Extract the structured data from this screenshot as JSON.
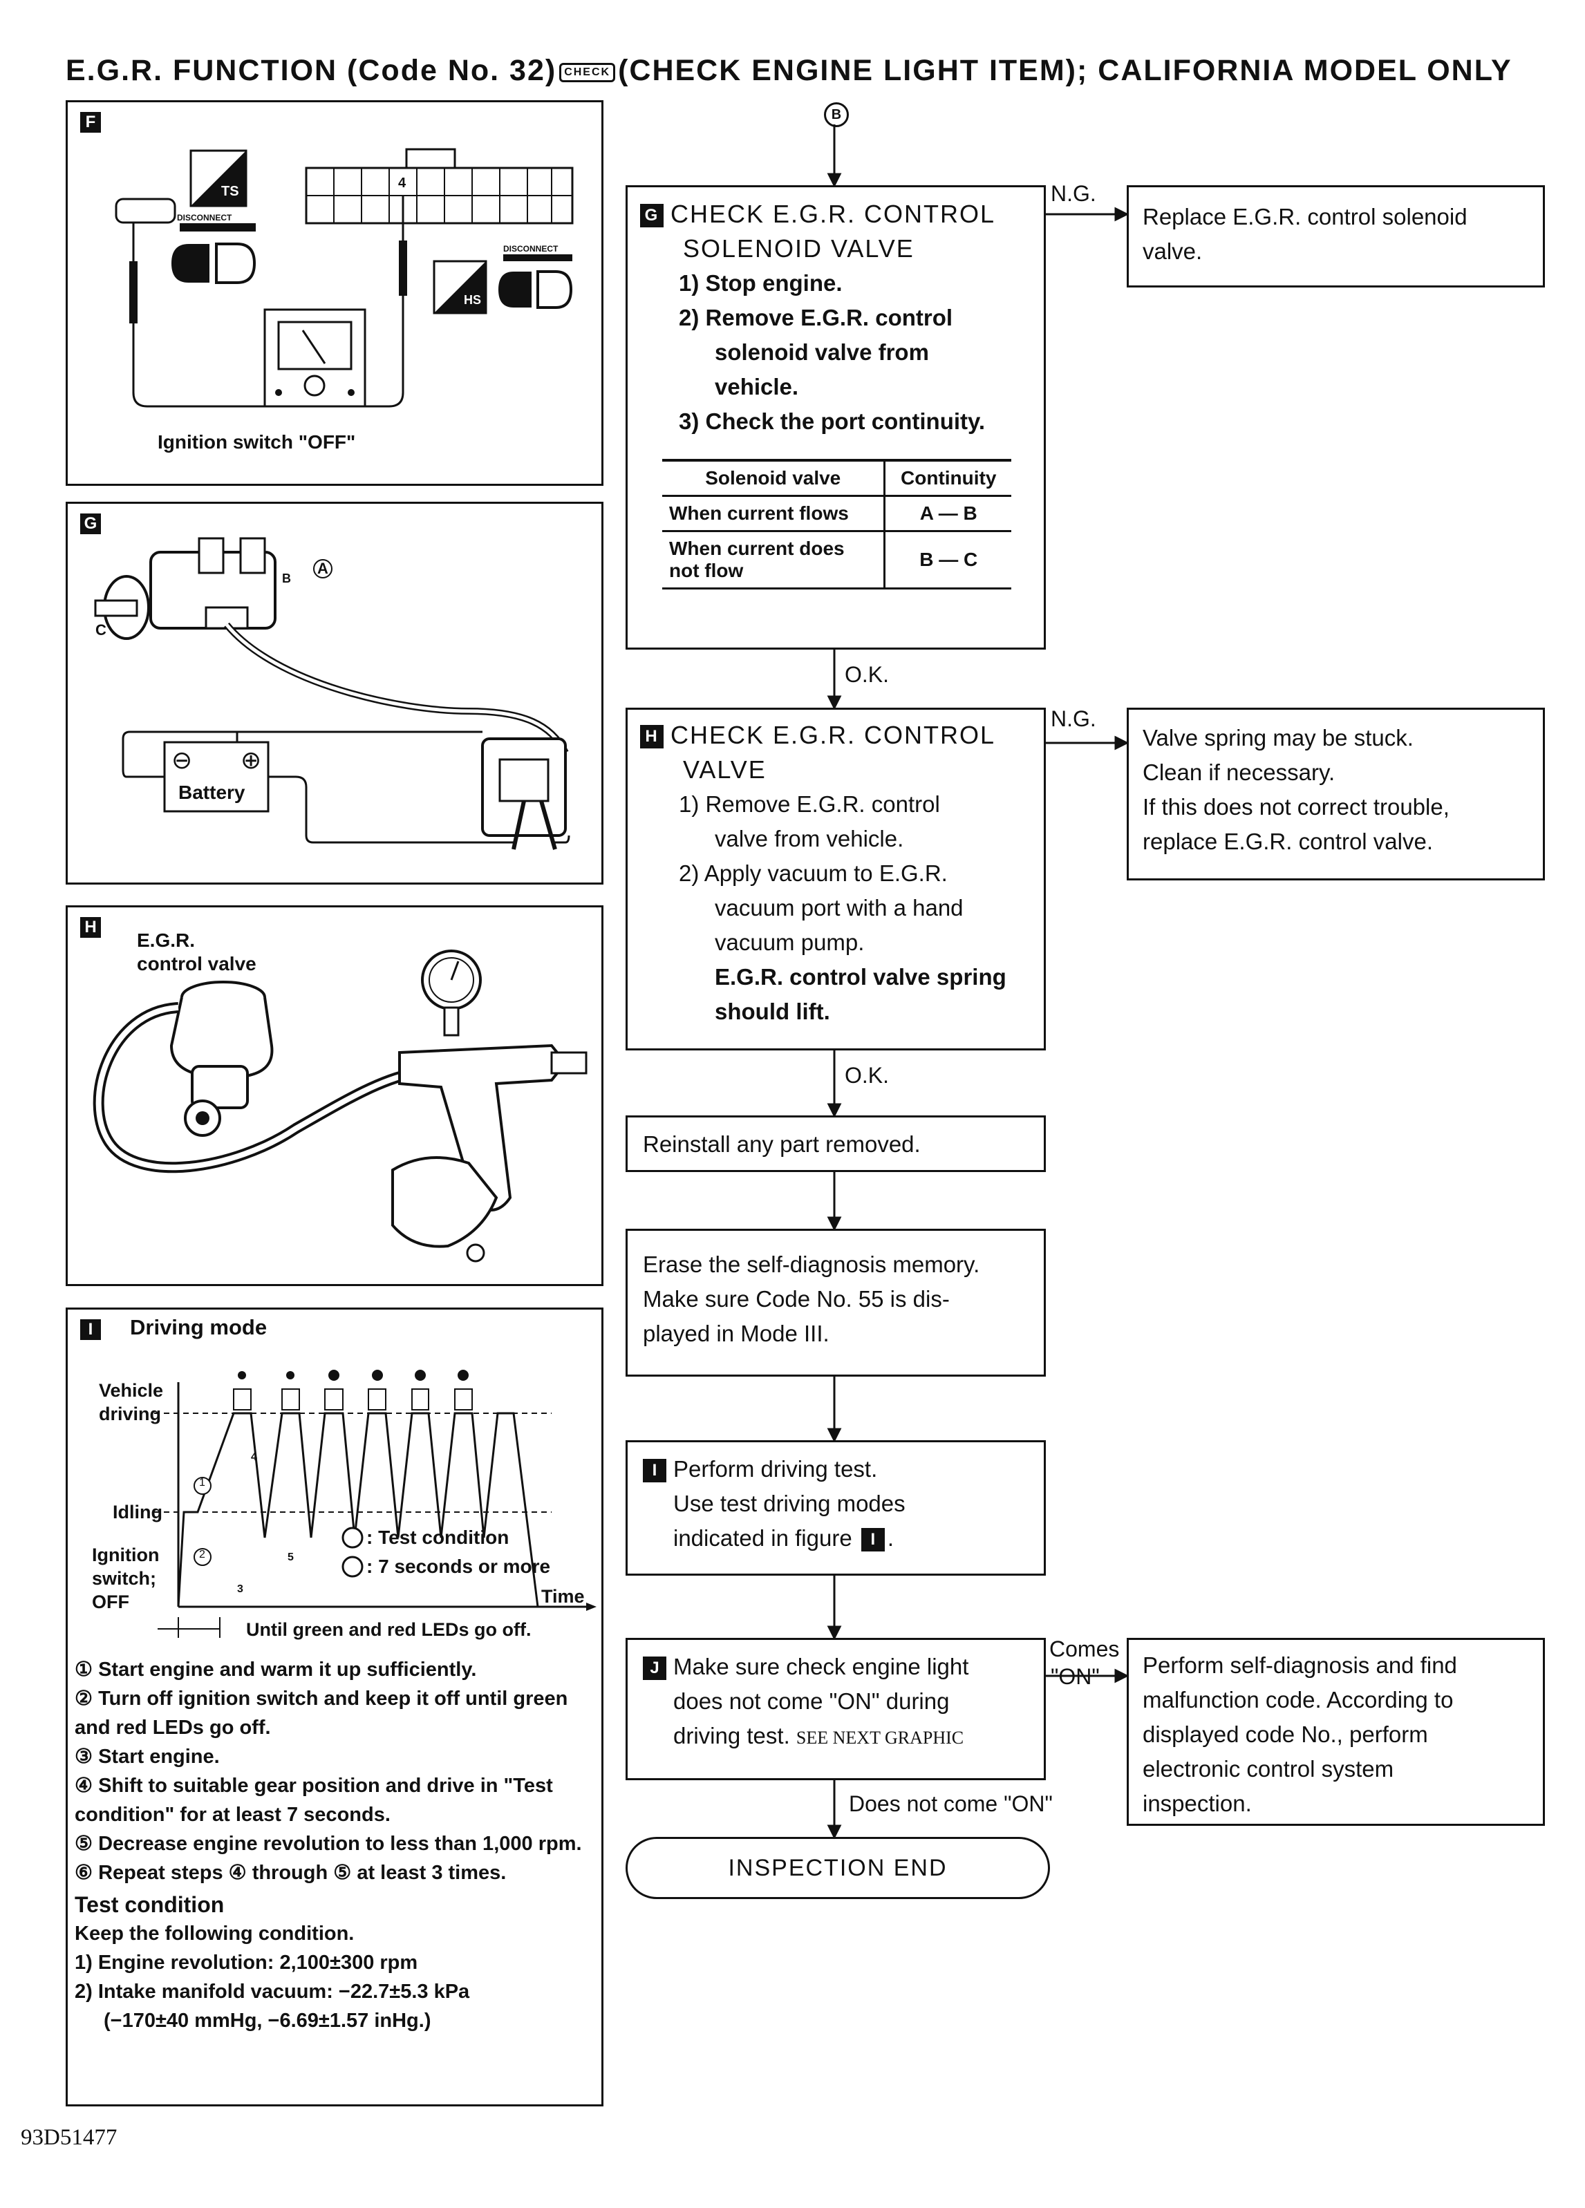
{
  "title": {
    "left": "E.G.R. FUNCTION (Code No. 32)",
    "icon": "CHECK",
    "right": "(CHECK ENGINE LIGHT ITEM); CALIFORNIA MODEL ONLY"
  },
  "connector_b": "B",
  "figures": {
    "F": {
      "tag": "F",
      "caption": "Ignition switch \"OFF\"",
      "ts": "TS",
      "hs": "HS",
      "disconnect1": "DISCONNECT",
      "disconnect2": "DISCONNECT",
      "pin": "4"
    },
    "G": {
      "tag": "G",
      "port_a": "A",
      "port_b": "B",
      "port_c": "C",
      "battery": "Battery",
      "minus": "⊖",
      "plus": "⊕"
    },
    "H": {
      "tag": "H",
      "label_line1": "E.G.R.",
      "label_line2": "control valve"
    },
    "I": {
      "tag": "I",
      "heading": "Driving mode",
      "y_labels": {
        "vehicle_driving_1": "Vehicle",
        "vehicle_driving_2": "driving",
        "idling": "Idling",
        "ign_1": "Ignition",
        "ign_2": "switch;",
        "ign_3": "OFF"
      },
      "time": "Time",
      "legend_a": ": Test condition",
      "legend_b": ": 7 seconds or more",
      "until": "Until green and red LEDs go off.",
      "markers": {
        "m1": "1",
        "m2": "2",
        "m3": "3",
        "m4": "4",
        "m5": "5"
      },
      "steps": [
        {
          "n": "①",
          "text": "Start engine and warm it up sufficiently."
        },
        {
          "n": "②",
          "text": "Turn off ignition switch and keep it off until green and red LEDs go off."
        },
        {
          "n": "③",
          "text": "Start engine."
        },
        {
          "n": "④",
          "text": "Shift to suitable gear position and drive in \"Test condition\" for at least 7 seconds."
        },
        {
          "n": "⑤",
          "text": "Decrease engine revolution to less than 1,000 rpm."
        },
        {
          "n": "⑥",
          "text": "Repeat steps ④ through ⑤ at least 3 times."
        }
      ],
      "test_condition_heading": "Test condition",
      "test_condition_intro": "Keep the following condition.",
      "test_conditions": [
        "1) Engine revolution: 2,100±300 rpm",
        "2) Intake manifold vacuum: −22.7±5.3 kPa",
        "(−170±40 mmHg, −6.69±1.57 inHg.)"
      ]
    }
  },
  "flow": {
    "G": {
      "tag": "G",
      "title1": "CHECK E.G.R. CONTROL",
      "title2": "SOLENOID VALVE",
      "s1": "1) Stop engine.",
      "s2a": "2) Remove E.G.R. control",
      "s2b": "solenoid valve from",
      "s2c": "vehicle.",
      "s3": "3) Check the port continuity.",
      "table": {
        "h1": "Solenoid valve",
        "h2": "Continuity",
        "r1c1": "When current flows",
        "r1c2": "A — B",
        "r2c1a": "When current does",
        "r2c1b": "not flow",
        "r2c2": "B — C"
      },
      "ng": "N.G.",
      "ng_action1": "Replace E.G.R. control solenoid",
      "ng_action2": "valve.",
      "ok": "O.K."
    },
    "H": {
      "tag": "H",
      "title1": "CHECK E.G.R. CONTROL",
      "title2": "VALVE",
      "s1a": "1) Remove E.G.R. control",
      "s1b": "valve from vehicle.",
      "s2a": "2) Apply vacuum to E.G.R.",
      "s2b": "vacuum port with a hand",
      "s2c": "vacuum pump.",
      "s2d": "E.G.R. control valve spring",
      "s2e": "should lift.",
      "ng": "N.G.",
      "ng1": "Valve spring may be stuck.",
      "ng2": "Clean if necessary.",
      "ng3": "If this does not correct trouble,",
      "ng4": "replace E.G.R. control valve.",
      "ok": "O.K."
    },
    "reinstall": "Reinstall any part removed.",
    "erase1": "Erase the self-diagnosis memory.",
    "erase2": "Make sure Code No. 55 is dis-",
    "erase3": "played in Mode III.",
    "I": {
      "tag": "I",
      "l1": "Perform driving test.",
      "l2": "Use test driving modes",
      "l3": "indicated in figure",
      "l3tag": "I",
      "l3end": "."
    },
    "J": {
      "tag": "J",
      "l1": "Make sure check engine light",
      "l2": "does not come \"ON\" during",
      "l3": "driving test.",
      "see_next": "SEE NEXT GRAPHIC",
      "comes1": "Comes",
      "comes2": "\"ON\"",
      "r1": "Perform self-diagnosis and find",
      "r2": "malfunction code. According to",
      "r3": "displayed code No., perform",
      "r4": "electronic control system",
      "r5": "inspection.",
      "not_on": "Does not come \"ON\""
    },
    "end": "INSPECTION END"
  },
  "doc_id": "93D51477"
}
